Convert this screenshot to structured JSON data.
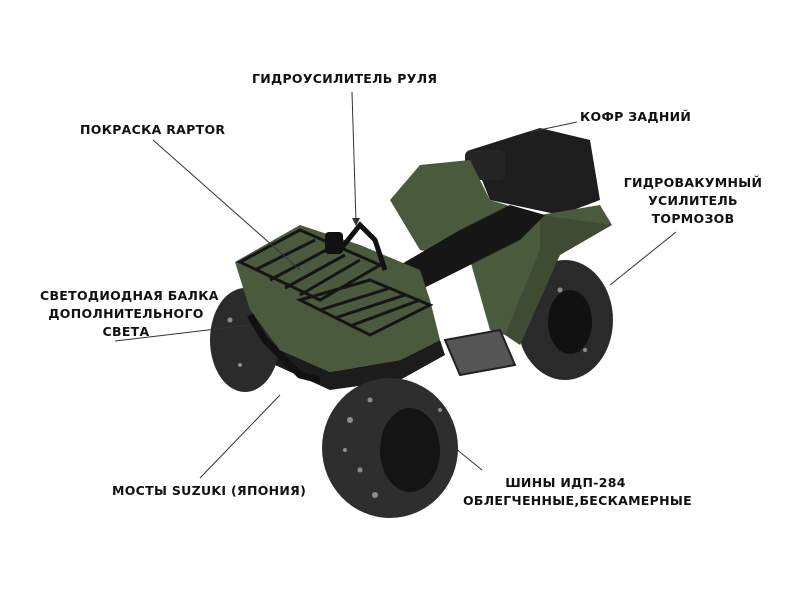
{
  "labels": {
    "steering": "ГИДРОУСИЛИТЕЛЬ РУЛЯ",
    "paint": "ПОКРАСКА RAPTOR",
    "rear_box": "КОФР ЗАДНИЙ",
    "brake_booster": [
      "ГИДРОВАКУМНЫЙ",
      "УСИЛИТЕЛЬ",
      "ТОРМОЗОВ"
    ],
    "led_bar": [
      "СВЕТОДИОДНАЯ БАЛКА",
      "ДОПОЛНИТЕЛЬНОГО",
      "СВЕТА"
    ],
    "axles": "МОСТЫ SUZUKI (ЯПОНИЯ)",
    "tires": [
      "ШИНЫ ИДП-284",
      "ОБЛЕГЧЕННЫЕ,БЕСКАМЕРНЫЕ"
    ]
  },
  "colors": {
    "body": "#4a5a3c",
    "dark": "#1b1b1b",
    "text": "#111111"
  }
}
